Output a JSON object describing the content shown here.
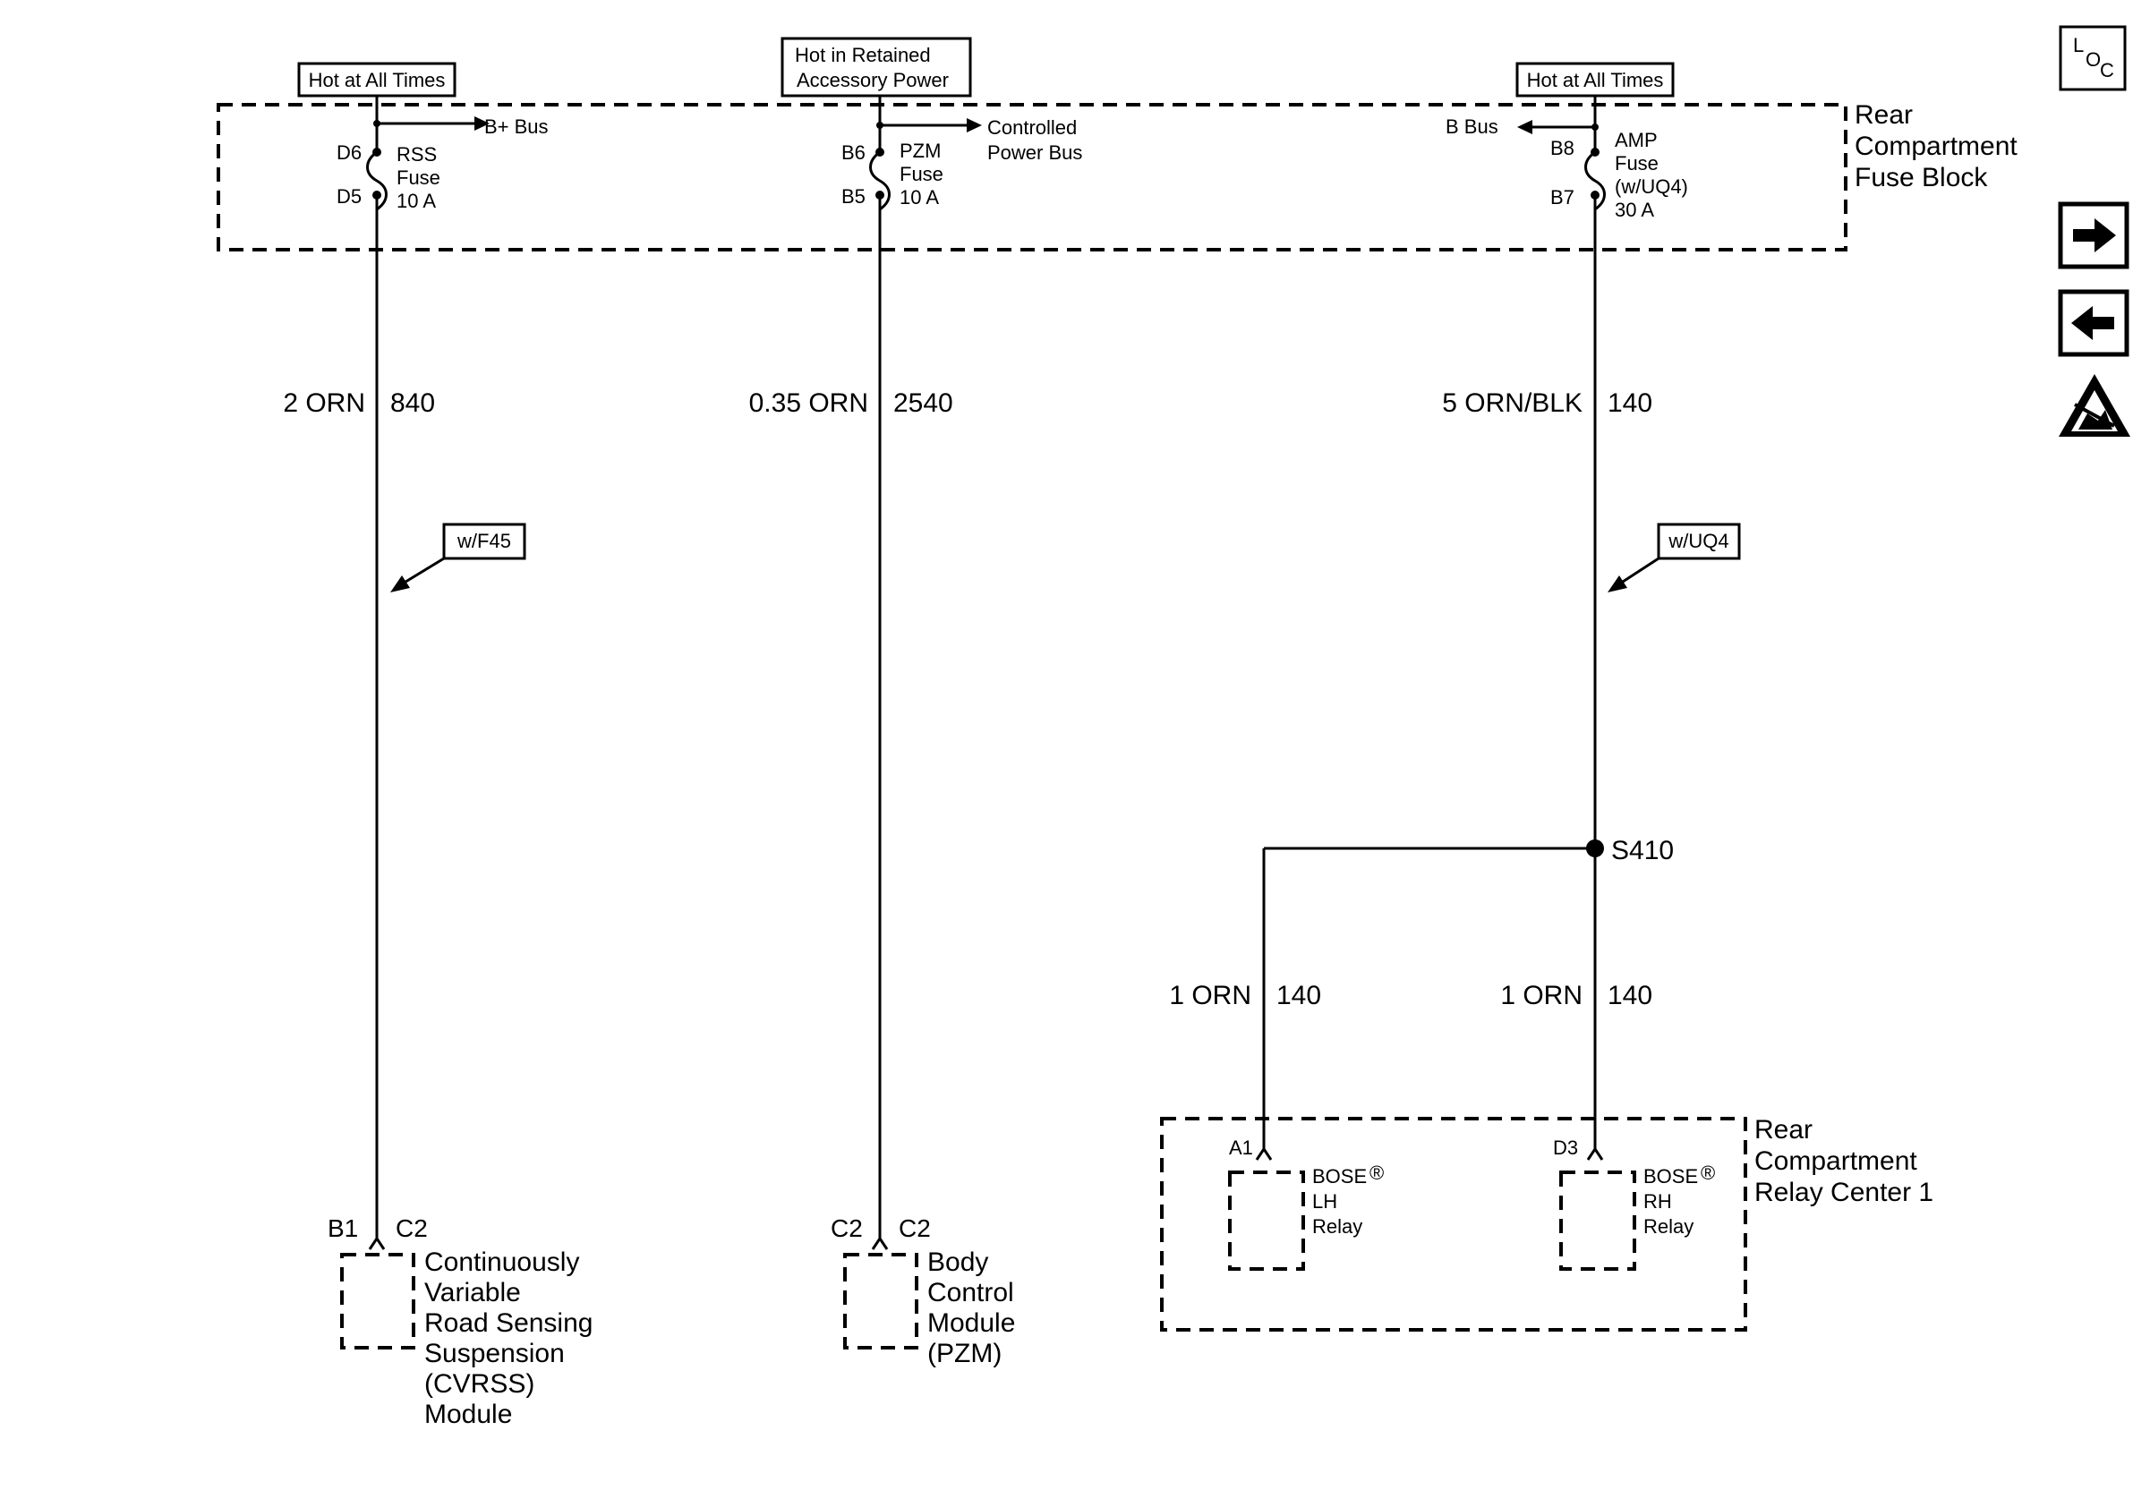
{
  "power_labels": {
    "left": "Hot at All Times",
    "center_line1": "Hot in Retained",
    "center_line2": "Accessory Power",
    "right": "Hot at All Times"
  },
  "fuse_block": {
    "line1": "Rear",
    "line2": "Compartment",
    "line3": "Fuse Block"
  },
  "buses": {
    "bplus": "B+ Bus",
    "controlled_line1": "Controlled",
    "controlled_line2": "Power Bus",
    "b": "B Bus"
  },
  "fuses": {
    "rss": {
      "pin_in": "D6",
      "pin_out": "D5",
      "name": "RSS",
      "type": "Fuse",
      "rating": "10 A"
    },
    "pzm": {
      "pin_in": "B6",
      "pin_out": "B5",
      "name": "PZM",
      "type": "Fuse",
      "rating": "10 A"
    },
    "amp": {
      "pin_in": "B8",
      "pin_out": "B7",
      "name": "AMP",
      "type": "Fuse",
      "option": "(w/UQ4)",
      "rating": "30 A"
    }
  },
  "wires": {
    "left": {
      "gauge_color": "2 ORN",
      "circuit": "840"
    },
    "center": {
      "gauge_color": "0.35 ORN",
      "circuit": "2540"
    },
    "right": {
      "gauge_color": "5 ORN/BLK",
      "circuit": "140"
    },
    "lh_branch": {
      "gauge_color": "1 ORN",
      "circuit": "140"
    },
    "rh_branch": {
      "gauge_color": "1 ORN",
      "circuit": "140"
    }
  },
  "options": {
    "left": "w/F45",
    "right": "w/UQ4"
  },
  "splice": "S410",
  "components": {
    "cvrss": {
      "pin": "B1",
      "connector": "C2",
      "line1": "Continuously",
      "line2": "Variable",
      "line3": "Road Sensing",
      "line4": "Suspension",
      "line5": "(CVRSS)",
      "line6": "Module"
    },
    "bcm": {
      "pin": "C2",
      "connector": "C2",
      "line1": "Body",
      "line2": "Control",
      "line3": "Module",
      "line4": "(PZM)"
    }
  },
  "relay_center": {
    "line1": "Rear",
    "line2": "Compartment",
    "line3": "Relay Center 1",
    "lh_relay": {
      "pin": "A1",
      "brand": "BOSE",
      "side": "LH",
      "type": "Relay"
    },
    "rh_relay": {
      "pin": "D3",
      "brand": "BOSE",
      "side": "RH",
      "type": "Relay"
    },
    "registered": "®"
  },
  "nav": {
    "loc_l": "L",
    "loc_o": "O",
    "loc_c": "C",
    "next_icon": "arrow-right-icon",
    "prev_icon": "arrow-left-icon",
    "esd_icon": "esd-warning-icon"
  }
}
